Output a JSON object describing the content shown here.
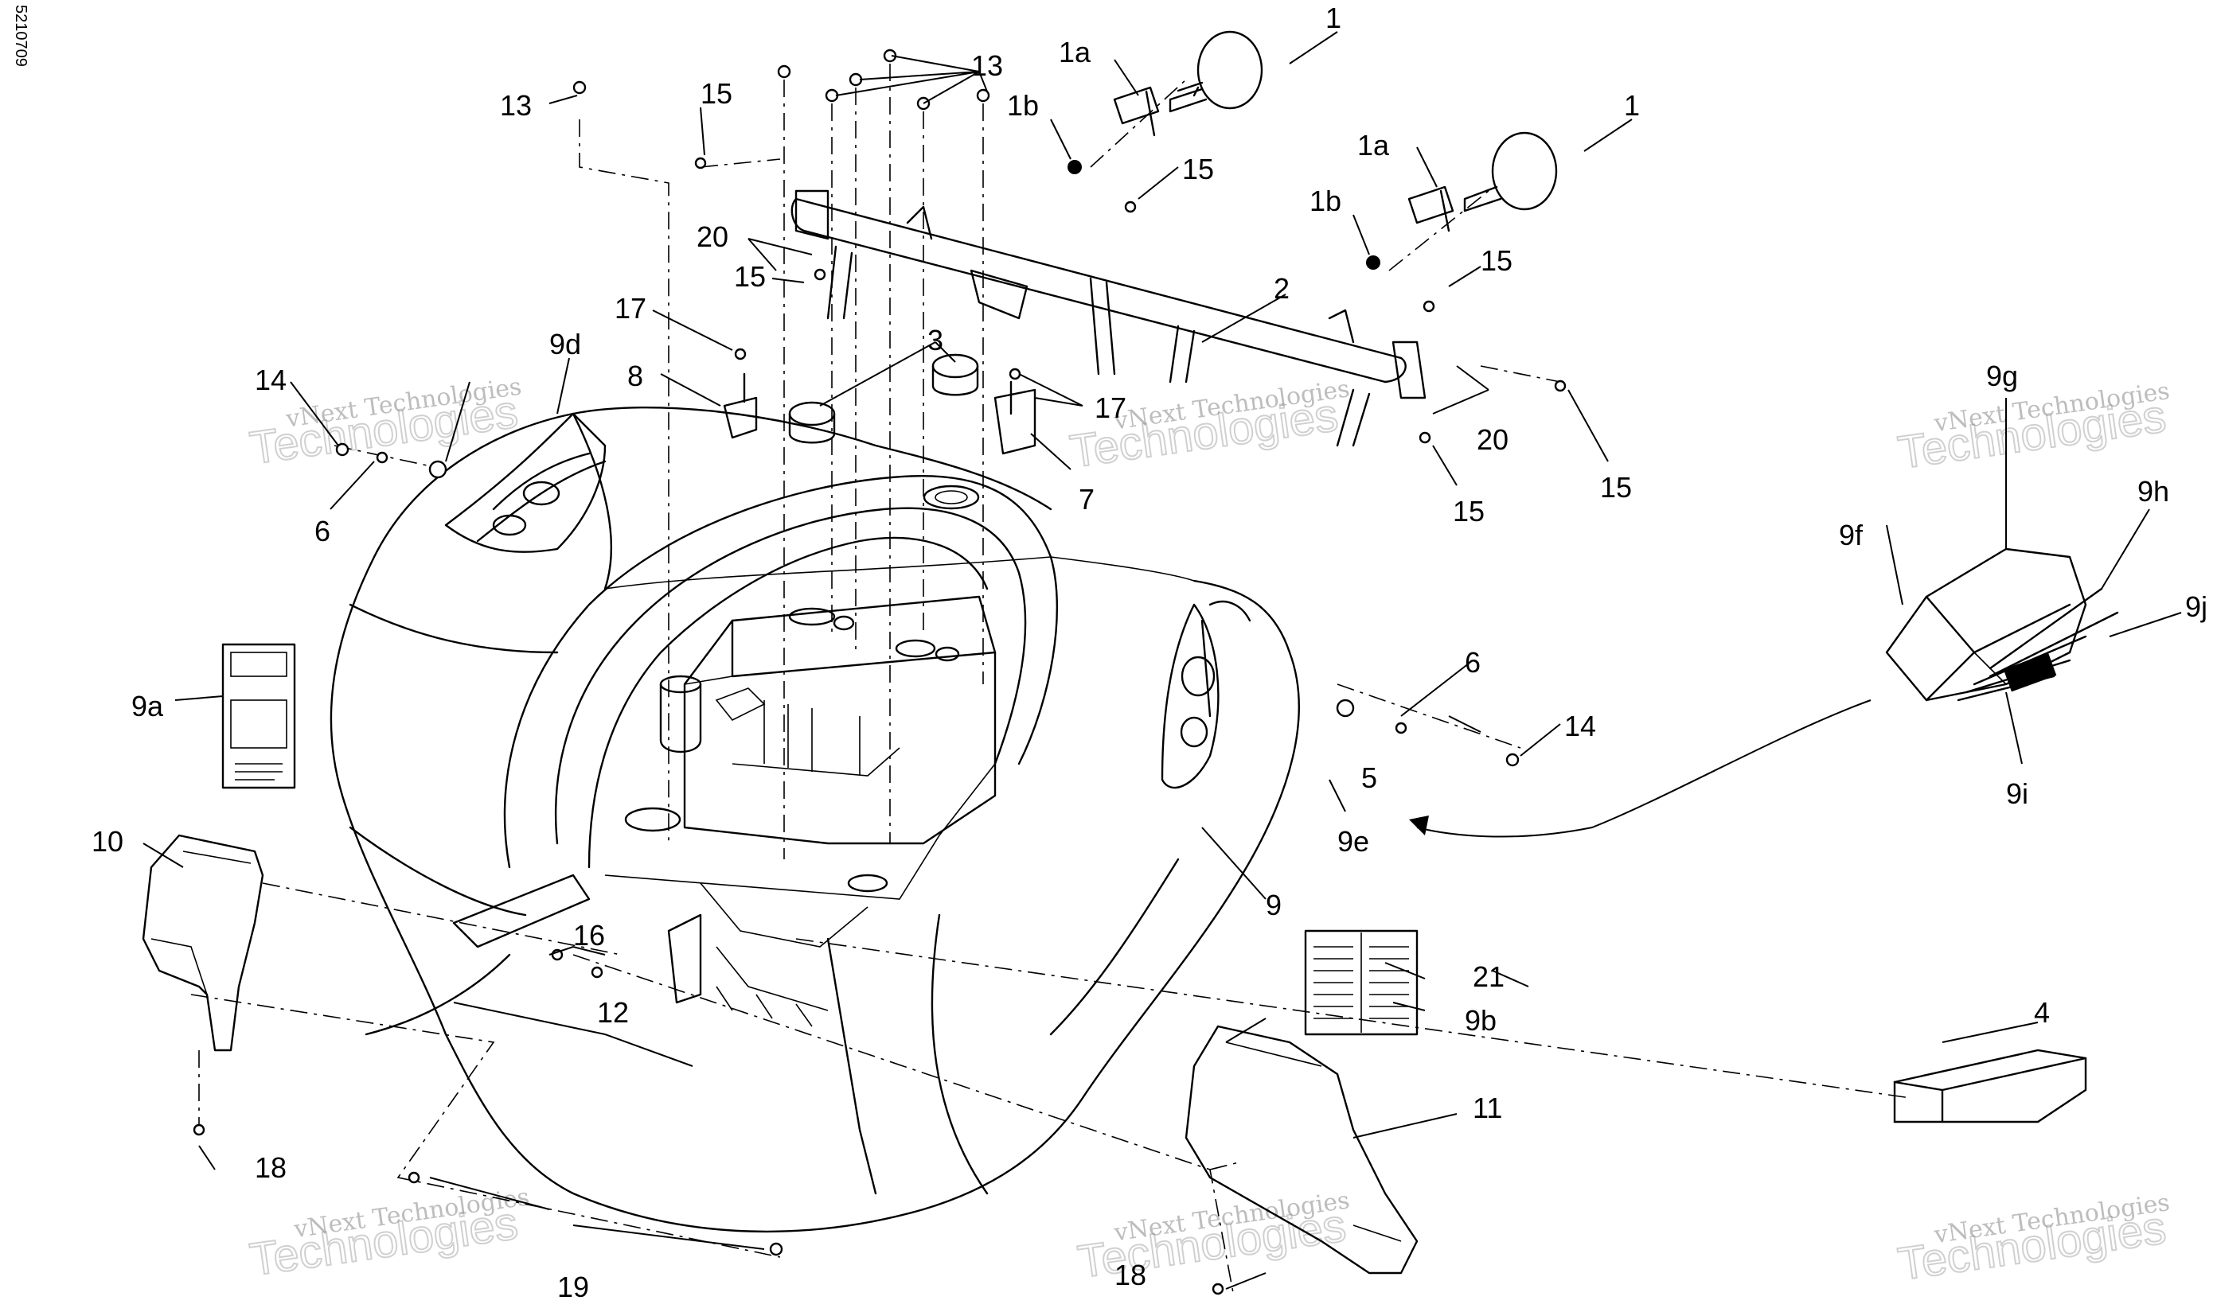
{
  "diagram": {
    "code": "5210709",
    "watermark": {
      "line1": "vNext Technologies",
      "line2": "Technologies"
    },
    "callouts": [
      "1",
      "1a",
      "1b",
      "15",
      "1",
      "1a",
      "1b",
      "15",
      "13",
      "13",
      "15",
      "20",
      "15",
      "2",
      "17",
      "8",
      "3",
      "17",
      "7",
      "20",
      "15",
      "15",
      "14",
      "9d",
      "6",
      "9a",
      "10",
      "16",
      "12",
      "18",
      "19",
      "21",
      "9b",
      "11",
      "18",
      "6",
      "14",
      "5",
      "9e",
      "9",
      "4",
      "9g",
      "9f",
      "9h",
      "9j",
      "9i"
    ]
  }
}
